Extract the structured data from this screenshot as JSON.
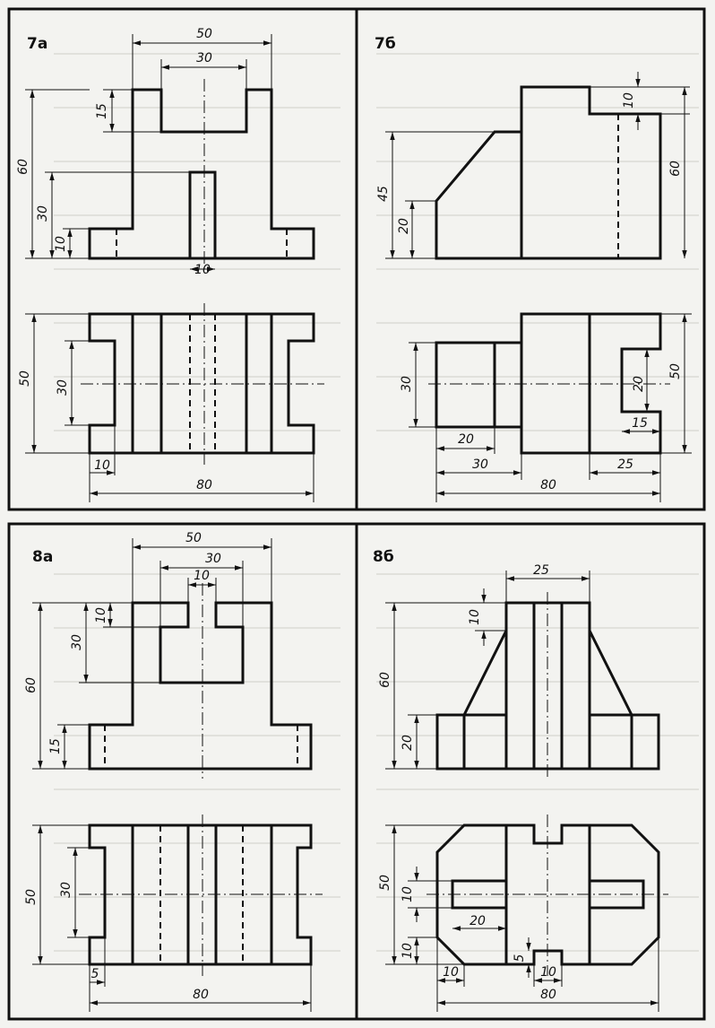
{
  "panels": {
    "p7a": "7а",
    "p7b": "7б",
    "p8a": "8а",
    "p8b": "8б"
  },
  "dims": {
    "d7a": [
      "50",
      "30",
      "15",
      "60",
      "30",
      "10",
      "10",
      "50",
      "30",
      "10",
      "80"
    ],
    "d7b": [
      "10",
      "45",
      "20",
      "60",
      "30",
      "20",
      "50",
      "20",
      "15",
      "30",
      "25",
      "80"
    ],
    "d8a": [
      "50",
      "30",
      "10",
      "10",
      "30",
      "60",
      "15",
      "50",
      "30",
      "5",
      "80"
    ],
    "d8b": [
      "25",
      "10",
      "60",
      "20",
      "50",
      "10",
      "20",
      "10",
      "5",
      "10",
      "10",
      "80"
    ]
  }
}
